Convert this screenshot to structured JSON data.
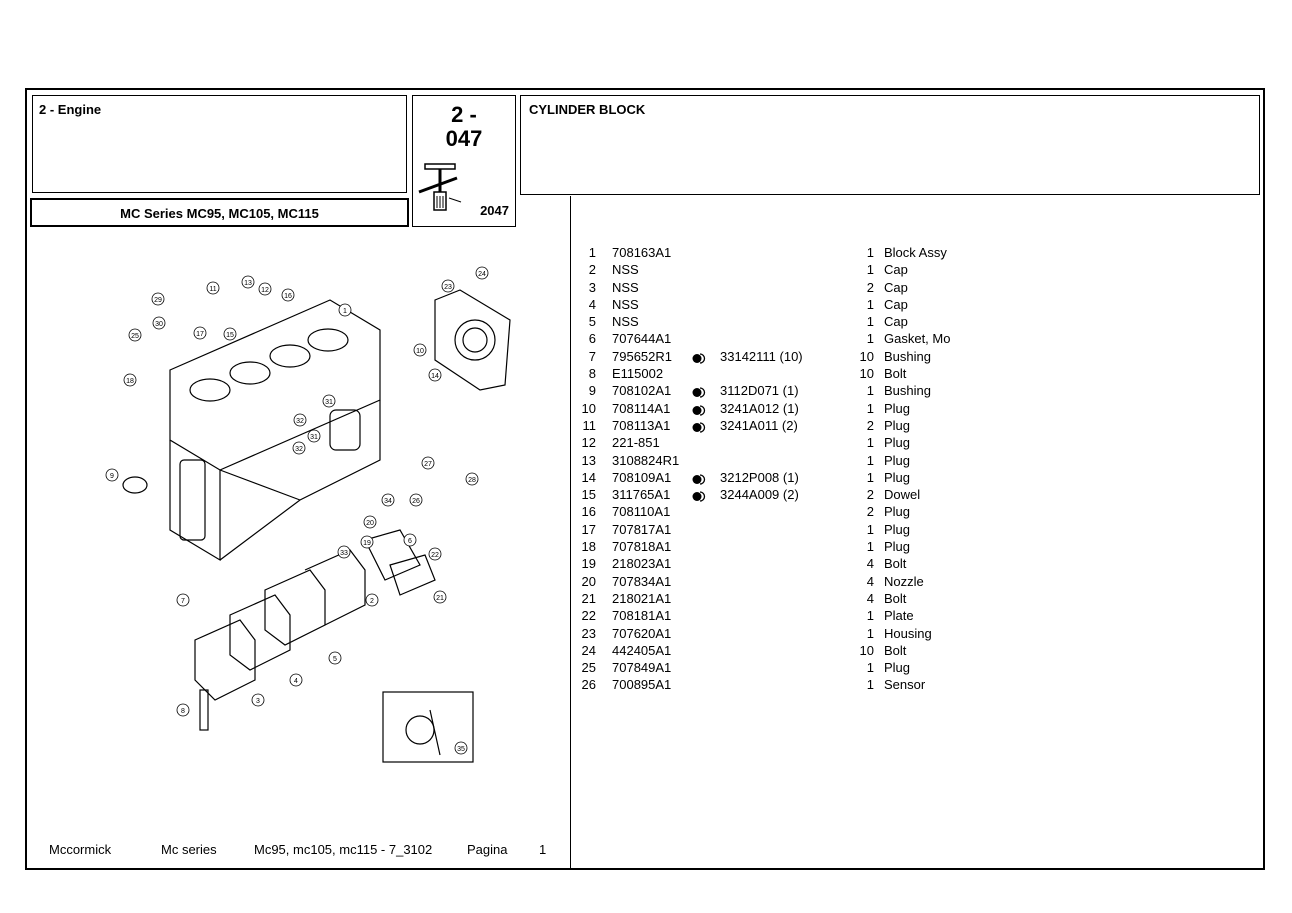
{
  "header": {
    "section_title": "2 - Engine",
    "page_number": "2 -\n047",
    "page_code": "2047",
    "group_title": "CYLINDER BLOCK",
    "model_line": "MC Series MC95, MC105, MC115"
  },
  "diagram": {
    "callouts": [
      "1",
      "2",
      "3",
      "4",
      "5",
      "6",
      "7",
      "8",
      "9",
      "10",
      "11",
      "12",
      "13",
      "14",
      "15",
      "16",
      "17",
      "18",
      "19",
      "20",
      "21",
      "22",
      "23",
      "24",
      "25",
      "26",
      "27",
      "28",
      "29",
      "30",
      "31",
      "31",
      "32",
      "32",
      "33",
      "34",
      "35"
    ]
  },
  "parts": [
    {
      "pos": "1",
      "number": "708163A1",
      "alt": "",
      "qty": "1",
      "desc": "Block Assy"
    },
    {
      "pos": "2",
      "number": "NSS",
      "alt": "",
      "qty": "1",
      "desc": "Cap"
    },
    {
      "pos": "3",
      "number": "NSS",
      "alt": "",
      "qty": "2",
      "desc": "Cap"
    },
    {
      "pos": "4",
      "number": "NSS",
      "alt": "",
      "qty": "1",
      "desc": "Cap"
    },
    {
      "pos": "5",
      "number": "NSS",
      "alt": "",
      "qty": "1",
      "desc": "Cap"
    },
    {
      "pos": "6",
      "number": "707644A1",
      "alt": "",
      "qty": "1",
      "desc": "Gasket, Mo"
    },
    {
      "pos": "7",
      "number": "795652R1",
      "alt": "33142111  (10)",
      "qty": "10",
      "desc": "Bushing"
    },
    {
      "pos": "8",
      "number": "E115002",
      "alt": "",
      "qty": "10",
      "desc": "Bolt"
    },
    {
      "pos": "9",
      "number": "708102A1",
      "alt": "3112D071  (1)",
      "qty": "1",
      "desc": "Bushing"
    },
    {
      "pos": "10",
      "number": "708114A1",
      "alt": "3241A012  (1)",
      "qty": "1",
      "desc": "Plug"
    },
    {
      "pos": "11",
      "number": "708113A1",
      "alt": "3241A011  (2)",
      "qty": "2",
      "desc": "Plug"
    },
    {
      "pos": "12",
      "number": "221-851",
      "alt": "",
      "qty": "1",
      "desc": "Plug"
    },
    {
      "pos": "13",
      "number": "3108824R1",
      "alt": "",
      "qty": "1",
      "desc": "Plug"
    },
    {
      "pos": "14",
      "number": "708109A1",
      "alt": "3212P008  (1)",
      "qty": "1",
      "desc": "Plug"
    },
    {
      "pos": "15",
      "number": "311765A1",
      "alt": "3244A009  (2)",
      "qty": "2",
      "desc": "Dowel"
    },
    {
      "pos": "16",
      "number": "708110A1",
      "alt": "",
      "qty": "2",
      "desc": "Plug"
    },
    {
      "pos": "17",
      "number": "707817A1",
      "alt": "",
      "qty": "1",
      "desc": "Plug"
    },
    {
      "pos": "18",
      "number": "707818A1",
      "alt": "",
      "qty": "1",
      "desc": "Plug"
    },
    {
      "pos": "19",
      "number": "218023A1",
      "alt": "",
      "qty": "4",
      "desc": "Bolt"
    },
    {
      "pos": "20",
      "number": "707834A1",
      "alt": "",
      "qty": "4",
      "desc": "Nozzle"
    },
    {
      "pos": "21",
      "number": "218021A1",
      "alt": "",
      "qty": "4",
      "desc": "Bolt"
    },
    {
      "pos": "22",
      "number": "708181A1",
      "alt": "",
      "qty": "1",
      "desc": "Plate"
    },
    {
      "pos": "23",
      "number": "707620A1",
      "alt": "",
      "qty": "1",
      "desc": "Housing"
    },
    {
      "pos": "24",
      "number": "442405A1",
      "alt": "",
      "qty": "10",
      "desc": "Bolt"
    },
    {
      "pos": "25",
      "number": "707849A1",
      "alt": "",
      "qty": "1",
      "desc": "Plug"
    },
    {
      "pos": "26",
      "number": "700895A1",
      "alt": "",
      "qty": "1",
      "desc": "Sensor"
    }
  ],
  "footer": {
    "brand": "Mccormick",
    "series": "Mc series",
    "models": "Mc95, mc105, mc115 - 7_3102",
    "page_label": "Pagina",
    "page_value": "1"
  }
}
